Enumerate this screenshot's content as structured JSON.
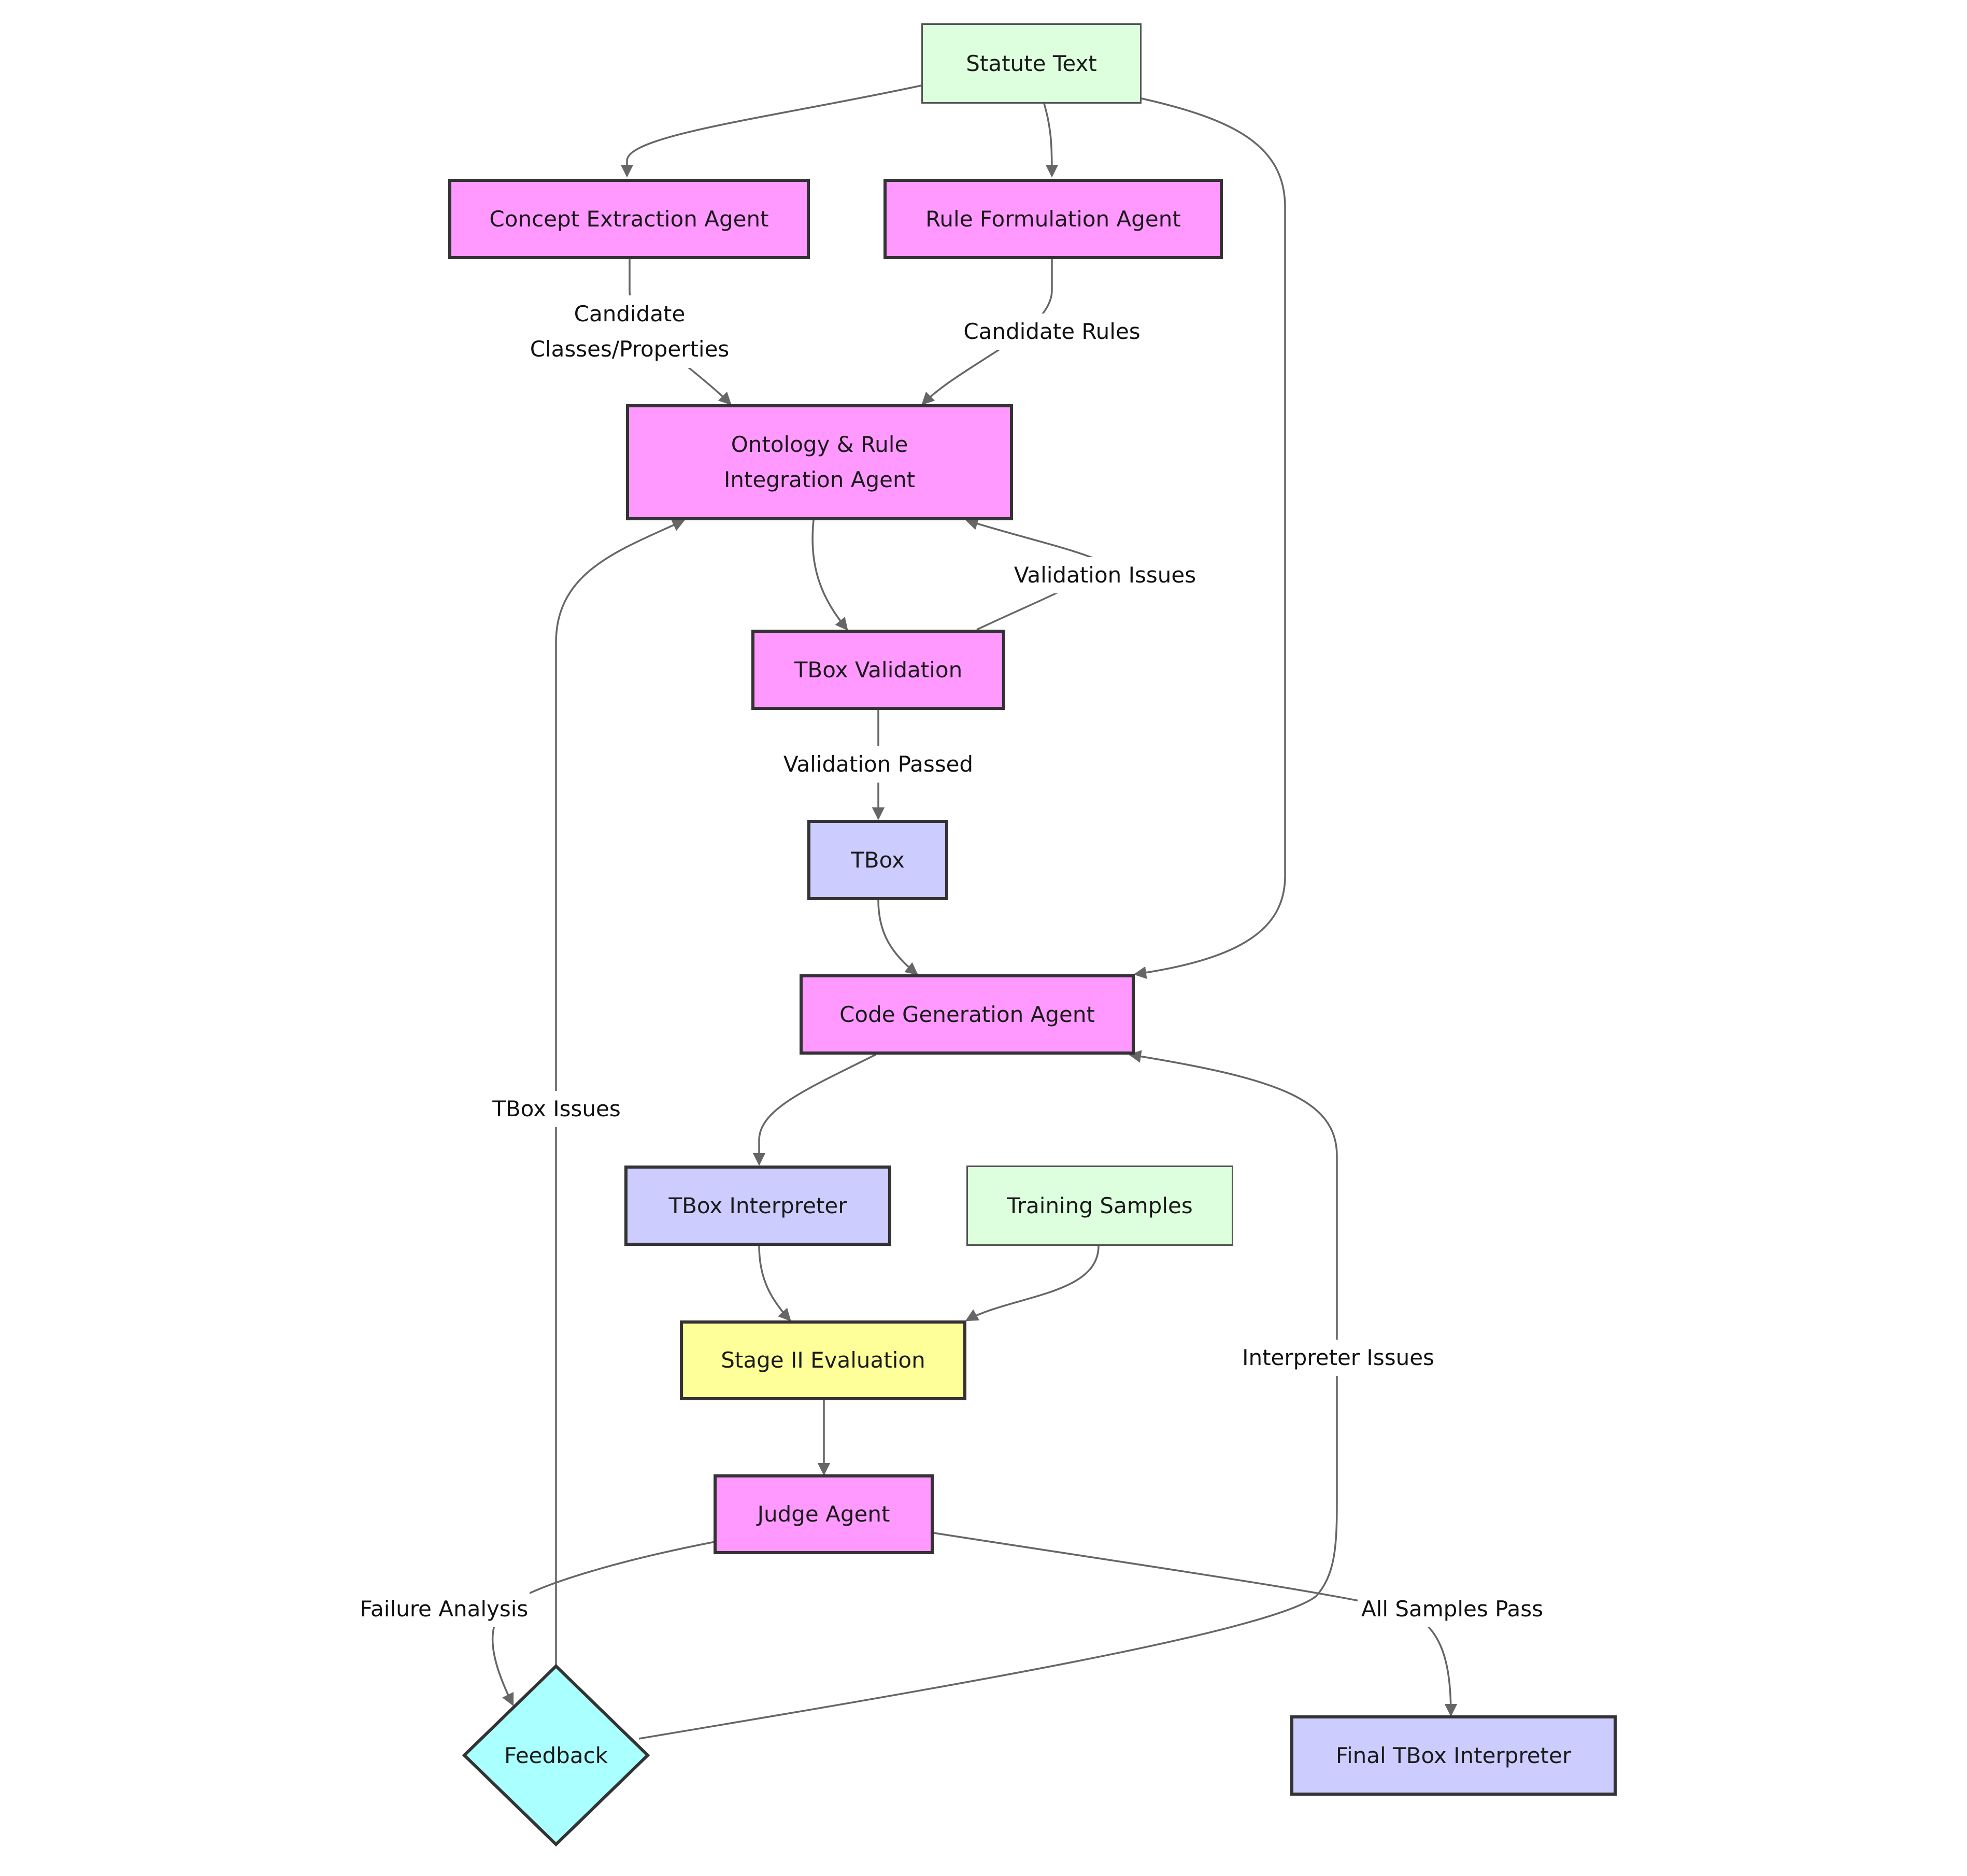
{
  "nodes": {
    "statute_text": "Statute Text",
    "concept_extraction": "Concept Extraction Agent",
    "rule_formulation": "Rule Formulation Agent",
    "integration_line1": "Ontology & Rule",
    "integration_line2": "Integration Agent",
    "tbox_validation": "TBox Validation",
    "tbox": "TBox",
    "code_generation": "Code Generation Agent",
    "tbox_interpreter": "TBox Interpreter",
    "training_samples": "Training Samples",
    "stage2_evaluation": "Stage II Evaluation",
    "judge_agent": "Judge Agent",
    "feedback": "Feedback",
    "final_interpreter": "Final TBox Interpreter"
  },
  "edge_labels": {
    "candidate_line1": "Candidate",
    "candidate_line2": "Classes/Properties",
    "candidate_rules": "Candidate Rules",
    "validation_issues": "Validation Issues",
    "validation_passed": "Validation Passed",
    "tbox_issues": "TBox Issues",
    "interpreter_issues": "Interpreter Issues",
    "failure_analysis": "Failure Analysis",
    "all_samples_pass": "All Samples Pass"
  },
  "colors": {
    "agent": "#ff99ff",
    "input": "#ddffdd",
    "artifact": "#ccccff",
    "evaluation": "#ffff99",
    "decision": "#aaffff",
    "edge": "#666666",
    "border": "#333333"
  }
}
